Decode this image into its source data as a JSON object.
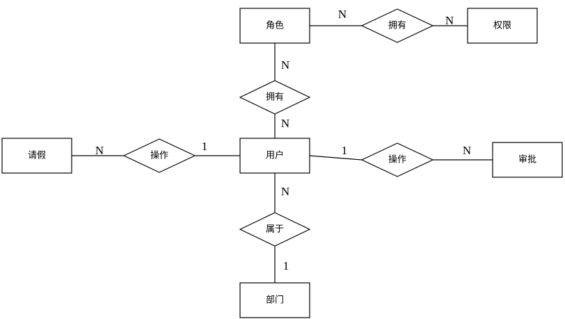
{
  "entities": {
    "role": "角色",
    "permission": "权限",
    "user": "用户",
    "leave": "请假",
    "approval": "审批",
    "department": "部门"
  },
  "relationships": {
    "role_permission": "拥有",
    "user_role": "拥有",
    "user_leave": "操作",
    "user_approval": "操作",
    "user_department": "属于"
  },
  "cardinalities": {
    "role_to_role_permission": "N",
    "role_permission_to_permission": "N",
    "role_to_user_role": "N",
    "user_role_to_user": "N",
    "leave_to_user_leave": "N",
    "user_leave_to_user": "1",
    "user_to_user_approval": "1",
    "user_approval_to_approval": "N",
    "user_to_user_department": "N",
    "user_department_to_department": "1"
  }
}
